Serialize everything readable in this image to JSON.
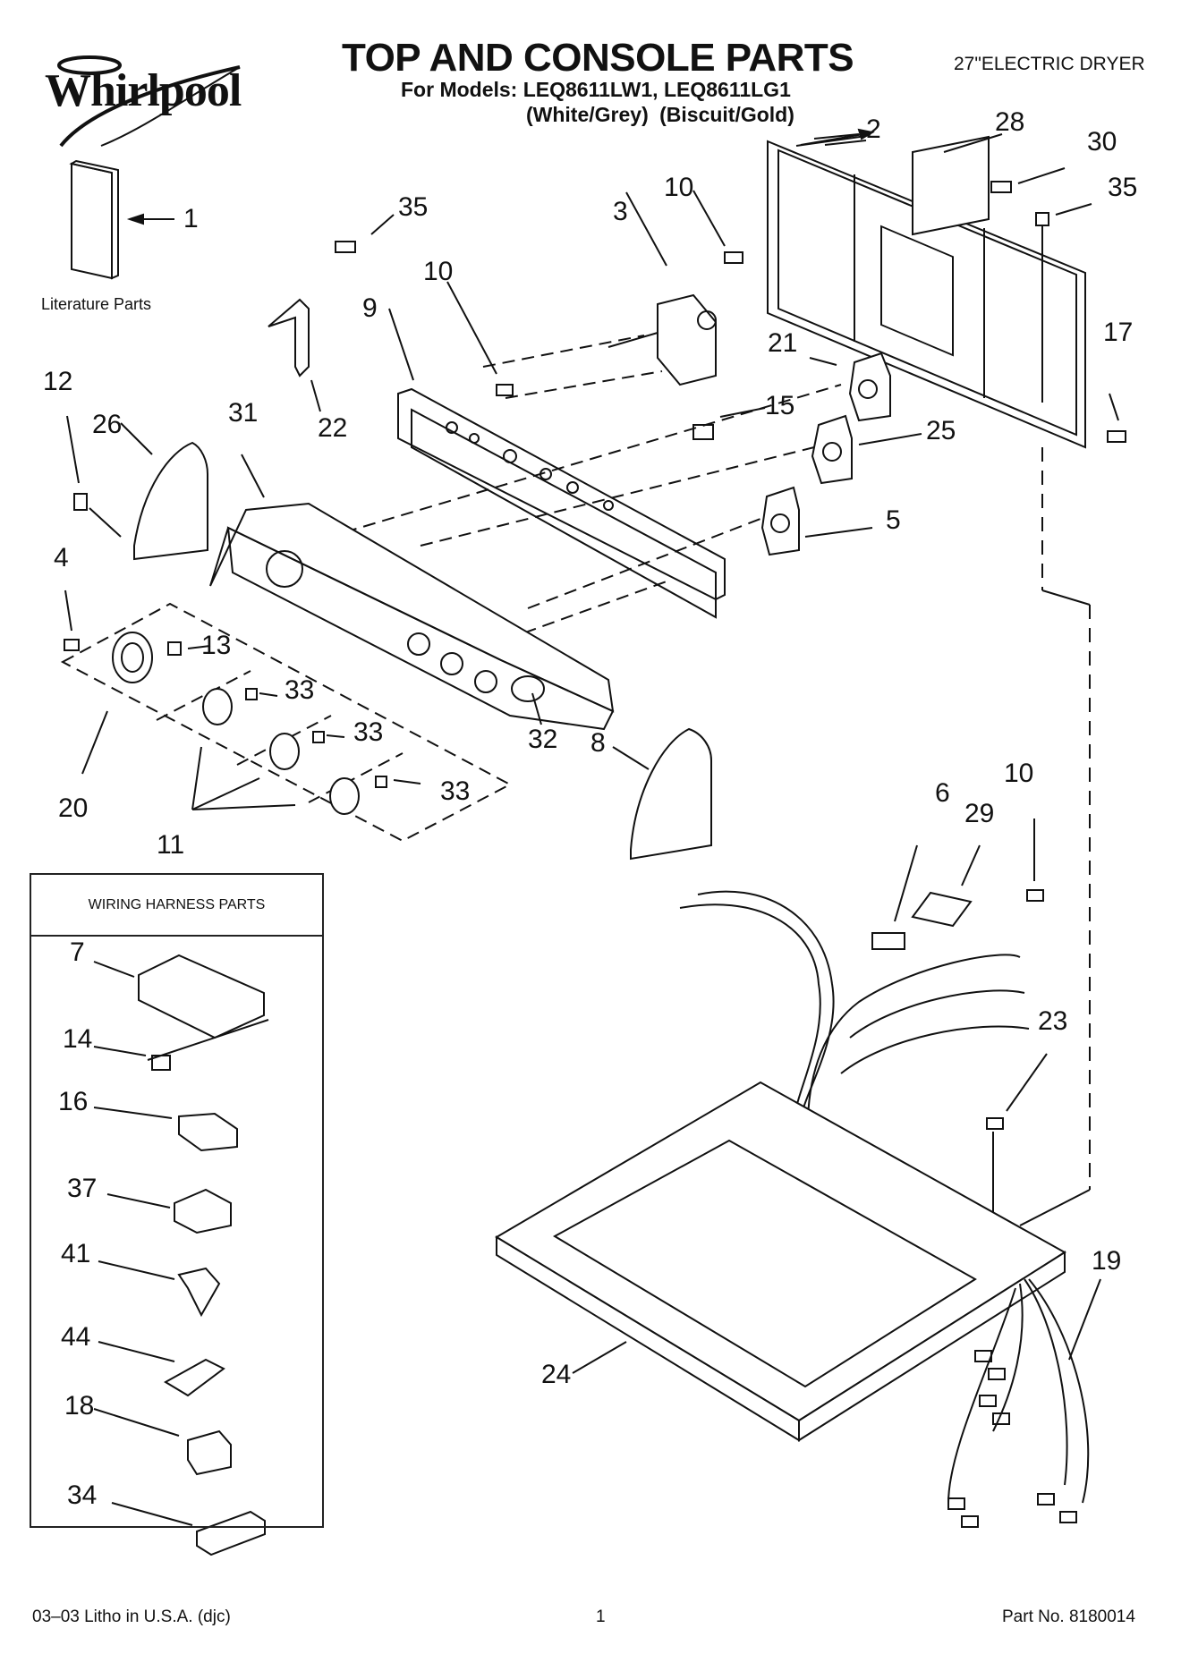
{
  "header": {
    "brand": "Whirlpool",
    "title": "TOP AND CONSOLE PARTS",
    "models": "For Models: LEQ8611LW1, LEQ8611LG1",
    "colors": "(White/Grey)  (Biscuit/Gold)",
    "product": "27\"ELECTRIC DRYER"
  },
  "literature_label": "Literature Parts",
  "wiring_harness_title": "WIRING HARNESS PARTS",
  "callouts": {
    "c1": "1",
    "c2": "2",
    "c3": "3",
    "c4": "4",
    "c5": "5",
    "c6": "6",
    "c8": "8",
    "c9": "9",
    "c10a": "10",
    "c10b": "10",
    "c10c": "10",
    "c11": "11",
    "c12": "12",
    "c13": "13",
    "c15": "15",
    "c17": "17",
    "c19": "19",
    "c20": "20",
    "c21": "21",
    "c22": "22",
    "c23": "23",
    "c24": "24",
    "c25": "25",
    "c26": "26",
    "c28": "28",
    "c29": "29",
    "c30": "30",
    "c31": "31",
    "c32": "32",
    "c33a": "33",
    "c33b": "33",
    "c33c": "33",
    "c35a": "35",
    "c35b": "35"
  },
  "wiring_harness_items": [
    "7",
    "14",
    "16",
    "37",
    "41",
    "44",
    "18",
    "34"
  ],
  "footer": {
    "left": "03–03 Litho in U.S.A. (djc)",
    "page": "1",
    "part_no": "Part No. 8180014"
  }
}
